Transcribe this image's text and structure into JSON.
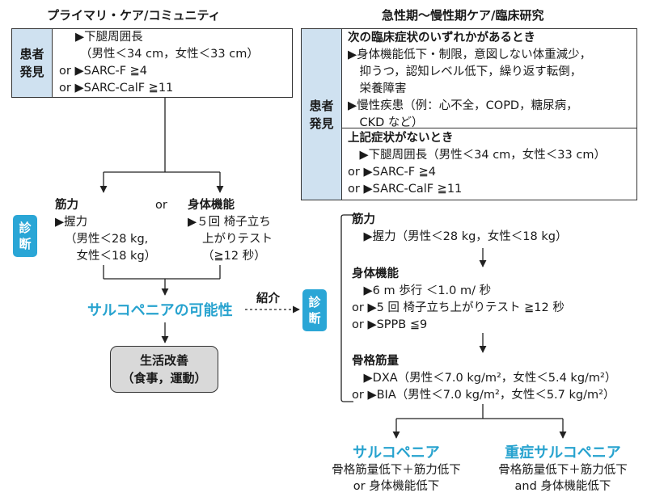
{
  "left": {
    "header": "プライマリ・ケア/コミュニティ",
    "patient_tab": "患者\n発見",
    "screening": [
      "▶下腿周囲長",
      "（男性＜34 cm，女性＜33 cm）",
      "or ▶SARC-F ≧4",
      "or ▶SARC-CalF ≧11"
    ],
    "diagnosis_badge": "診\n断",
    "strength_title": "筋力",
    "strength_lines": [
      "▶握力",
      "（男性＜28 kg,",
      "　女性＜18 kg）"
    ],
    "or_label": "or",
    "function_title": "身体機能",
    "function_lines": [
      "▶５回 椅子立ち",
      "上がりテスト",
      "（≧12 秒）"
    ],
    "possible_sarcopenia": "サルコペニアの可能性",
    "referral_label": "紹介",
    "lifestyle_lines": [
      "生活改善",
      "（食事，運動）"
    ]
  },
  "right": {
    "header": "急性期〜慢性期ケア/臨床研究",
    "patient_tab": "患者\n発見",
    "symptoms_title": "次の臨床症状のいずれかがあるとき",
    "symptoms_lines": [
      "▶身体機能低下・制限，意図しない体重減少，",
      "　抑うつ，認知レベル低下，繰り返す転倒，",
      "　栄養障害",
      "▶慢性疾患（例：心不全，COPD，糖尿病，",
      "　CKD など）"
    ],
    "no_symptoms_title": "上記症状がないとき",
    "no_symptoms_lines": [
      "　▶下腿周囲長（男性＜34 cm，女性＜33 cm）",
      "or ▶SARC-F ≧4",
      "or ▶SARC-CalF ≧11"
    ],
    "diagnosis_badge": "診\n断",
    "strength_title": "筋力",
    "strength_line": "　▶握力（男性＜28 kg，女性＜18 kg）",
    "function_title": "身体機能",
    "function_lines": [
      "　▶6 m 歩行 ＜1.0 m/ 秒",
      "or ▶5 回 椅子立ち上がりテスト ≧12 秒",
      "or ▶SPPB ≦9"
    ],
    "muscle_title": "骨格筋量",
    "muscle_lines": [
      "　▶DXA（男性＜7.0 kg/m²，女性＜5.4 kg/m²）",
      "or ▶BIA（男性＜7.0 kg/m²，女性＜5.7 kg/m²）"
    ],
    "sarcopenia_title": "サルコペニア",
    "sarcopenia_lines": [
      "骨格筋量低下＋筋力低下",
      "or 身体機能低下"
    ],
    "severe_title": "重症サルコペニア",
    "severe_lines": [
      "骨格筋量低下＋筋力低下",
      "and 身体機能低下"
    ]
  },
  "colors": {
    "accent": "#28a3cf",
    "badge": "#2aa6d6",
    "tab": "#cfe1f0",
    "lifestyle_box": "#d9d9d9"
  }
}
